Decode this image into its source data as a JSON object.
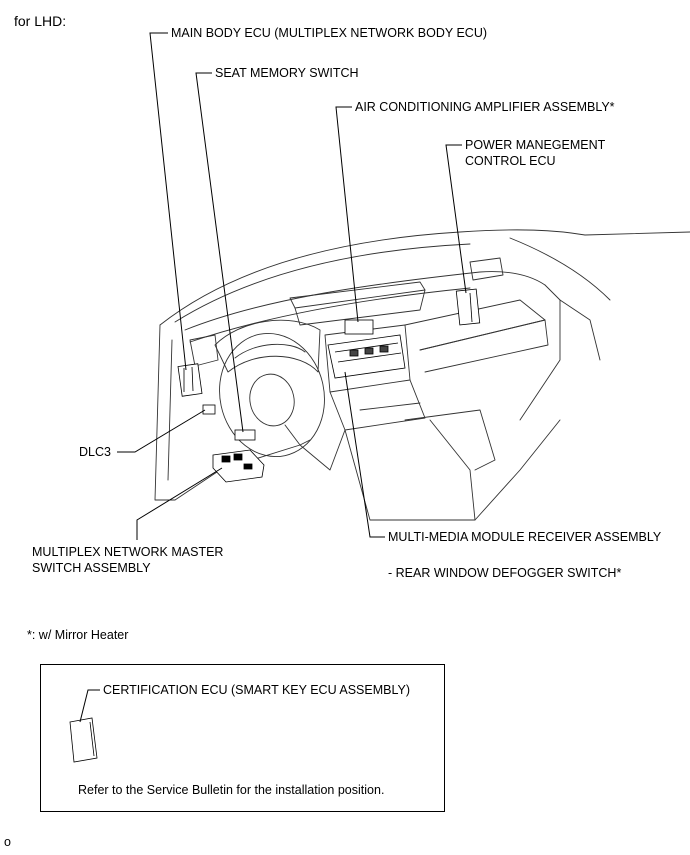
{
  "header": {
    "variant": "for LHD:"
  },
  "labels": {
    "main_body_ecu": "MAIN BODY ECU (MULTIPLEX NETWORK BODY ECU)",
    "seat_memory_switch": "SEAT MEMORY SWITCH",
    "air_conditioning_amplifier": "AIR CONDITIONING AMPLIFIER ASSEMBLY*",
    "power_management_line1": "POWER MANEGEMENT",
    "power_management_line2": "CONTROL ECU",
    "dlc3": "DLC3",
    "multiplex_master_line1": "MULTIPLEX NETWORK MASTER",
    "multiplex_master_line2": "SWITCH ASSEMBLY",
    "multi_media_receiver": "MULTI-MEDIA MODULE RECEIVER ASSEMBLY",
    "rear_window_defogger": "- REAR WINDOW DEFOGGER SWITCH*"
  },
  "footnote": "*: w/ Mirror Heater",
  "certification_box": {
    "label": "CERTIFICATION ECU (SMART KEY ECU ASSEMBLY)",
    "note": "Refer to the Service Bulletin for the installation position."
  },
  "figure_code": "o"
}
